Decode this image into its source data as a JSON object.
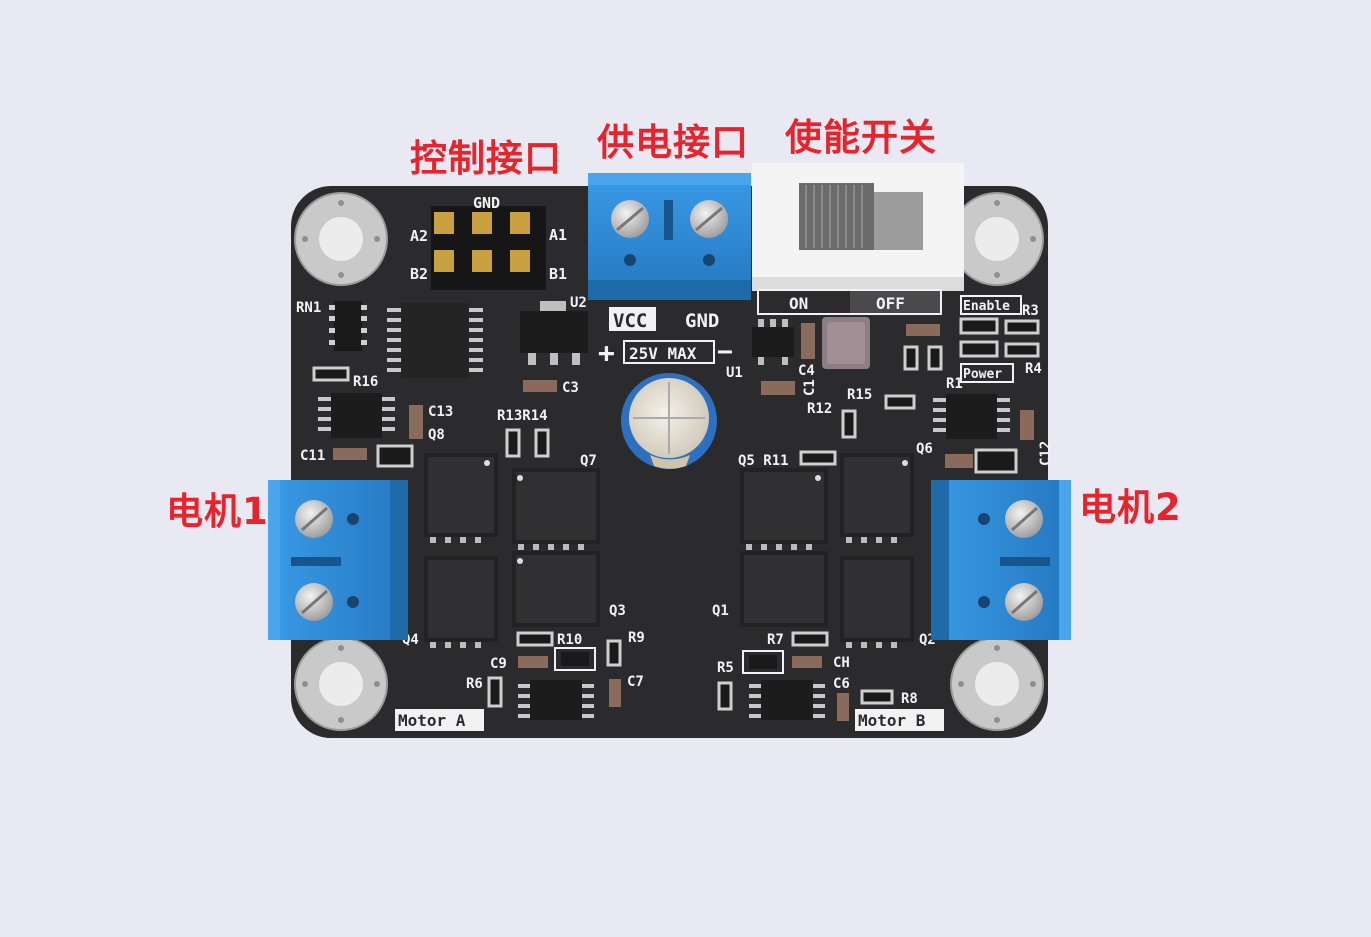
{
  "callouts": {
    "control_interface": "控制接口",
    "power_input": "供电接口",
    "enable_switch": "使能开关",
    "motor1": "电机1",
    "motor2": "电机2"
  },
  "silkscreen": {
    "gnd": "GND",
    "a2": "A2",
    "a1": "A1",
    "b2": "B2",
    "b1": "B1",
    "vcc": "VCC",
    "gnd_power": "GND",
    "plus": "+",
    "max_voltage": "25V MAX",
    "minus": "−",
    "on": "ON",
    "off": "OFF",
    "enable": "Enable",
    "power": "Power",
    "motor_a": "Motor A",
    "motor_b": "Motor B"
  },
  "refdes": {
    "rn1": "RN1",
    "u2": "U2",
    "u1": "U1",
    "r16": "R16",
    "c3": "C3",
    "c4": "C4",
    "c1": "C1",
    "r12": "R12",
    "r15": "R15",
    "r1": "R1",
    "r3": "R3",
    "r4": "R4",
    "c13": "C13",
    "r13r14": "R13R14",
    "q8": "Q8",
    "c11": "C11",
    "q7": "Q7",
    "q5r11": "Q5 R11",
    "q6": "Q6",
    "c12": "C12",
    "q4": "Q4",
    "q3": "Q3",
    "q1": "Q1",
    "q2": "Q2",
    "r10": "R10",
    "r9": "R9",
    "c9": "C9",
    "r7": "R7",
    "ch": "CH",
    "r5": "R5",
    "r6": "R6",
    "c7": "C7",
    "c6": "C6",
    "r8": "R8"
  },
  "colors": {
    "background": "#e9e9f4",
    "board": "#2b2b2e",
    "terminal_blue": "#2f8fd8",
    "callout_red": "#e8232b",
    "silkscreen": "#f2f2f2"
  }
}
